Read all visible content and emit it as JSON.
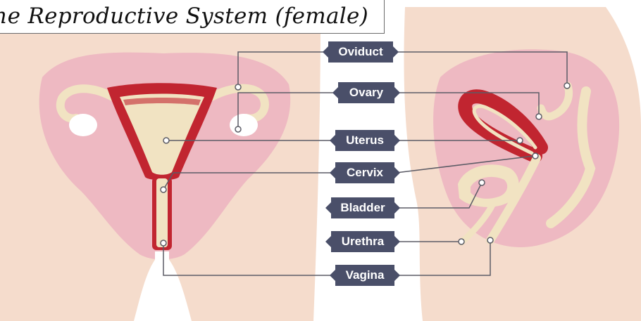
{
  "title": "he Reproductive System (female)",
  "labels": {
    "oviduct": "Oviduct",
    "ovary": "Ovary",
    "uterus": "Uterus",
    "cervix": "Cervix",
    "bladder": "Bladder",
    "urethra": "Urethra",
    "vagina": "Vagina"
  },
  "colors": {
    "skin": "#f5dccc",
    "pelvis": "#eeb9c2",
    "muscle": "#c12530",
    "lining": "#f1e3c2",
    "label_bg": "#4a4f69",
    "leader_line": "#5c5c66"
  }
}
